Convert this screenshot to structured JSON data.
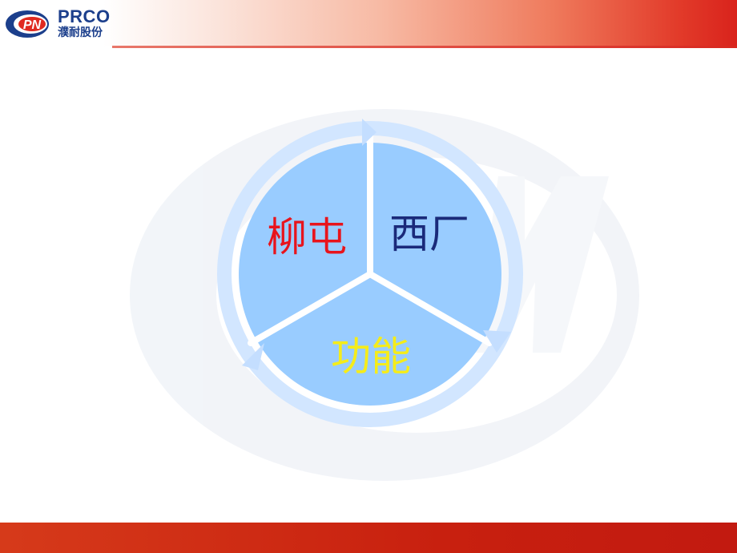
{
  "header": {
    "logo_mark_text": "PN",
    "logo_name": "PRCO",
    "logo_subtitle": "濮耐股份"
  },
  "diagram": {
    "segments": [
      {
        "label": "柳屯",
        "color": "#e8141c"
      },
      {
        "label": "西厂",
        "color": "#1a2a7a"
      },
      {
        "label": "功能",
        "color": "#f5ec1a"
      }
    ],
    "segment_fill": "#99ccff",
    "ring_color": "#c8e0ff"
  },
  "colors": {
    "brand_blue": "#1c3f8c",
    "footer_red": "#c8200f"
  }
}
